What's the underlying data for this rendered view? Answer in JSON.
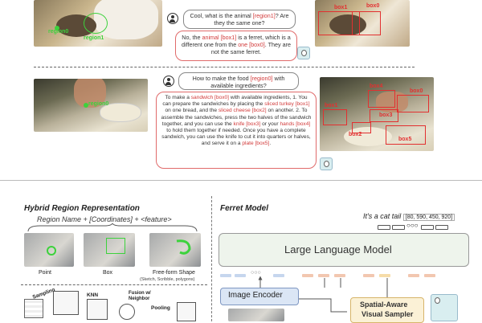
{
  "top": {
    "q1_prefix": "Cool, what is the animal ",
    "q1_region": "[region1]",
    "q1_suffix": "? Are they the same one?",
    "a1_p1": "No, the ",
    "a1_animal": "animal [box1]",
    "a1_p2": " is a ferret, which is a different one from the ",
    "a1_one": "one [box0]",
    "a1_p3": ". They are not the same ferret.",
    "left_img_labels": [
      "region0",
      "region1"
    ],
    "right_img_labels": [
      "box1",
      "box0"
    ]
  },
  "middle": {
    "q2_prefix": "How to make the food ",
    "q2_region": "[region0]",
    "q2_suffix": " with available ingredients?",
    "a2_l1a": "To make a ",
    "a2_sandwich": "sandwich [box0]",
    "a2_l1b": " with available ingredients,",
    "a2_l2": "1. You can prepare the sandwiches by placing the",
    "a2_turkey": "sliced turkey [box1]",
    "a2_l3": " on one bread, and the ",
    "a2_cheese": "sliced cheese [box2]",
    "a2_l4": " on another.",
    "a2_l5": "2. To assemble the sandwiches, press the two halves of the sandwich together, and you can use the ",
    "a2_knife": "knife [box3]",
    "a2_l6": " or your ",
    "a2_hands": "hands [box4]",
    "a2_l7": " to hold them together if needed. Once you have a complete sandwich, you can use the knife to cut it into quarters or halves, and serve it on a ",
    "a2_plate": "plate [box5]",
    "a2_l8": ".",
    "left_img_label": "region0",
    "right_img_labels": [
      "box4",
      "box0",
      "box1",
      "box3",
      "box2",
      "box5"
    ]
  },
  "hybrid": {
    "title": "Hybrid Region Representation",
    "formula": "Region Name + [Coordinates] + <feature>",
    "labels": [
      "Point",
      "Box",
      "Free-form Shape"
    ],
    "freeform_sub": "(Sketch, Scribble, polygons)",
    "sampling": "Sampling",
    "knn": "KNN",
    "fusion": "Fusion w/ Neighbor",
    "pooling": "Pooling"
  },
  "ferret": {
    "title": "Ferret Model",
    "output_text": "It's a cat tail",
    "output_coords": "[80, 590, 450, 920]",
    "llm": "Large Language Model",
    "encoder": "Image Encoder",
    "sampler_l1": "Spatial-Aware",
    "sampler_l2": "Visual Sampler"
  },
  "colors": {
    "red": "#d23a3a",
    "green_box": "#3cd23c",
    "llm_fill": "#eef4ec",
    "encoder_fill": "#dbe6f5",
    "sampler_fill": "#fbf1d6"
  }
}
